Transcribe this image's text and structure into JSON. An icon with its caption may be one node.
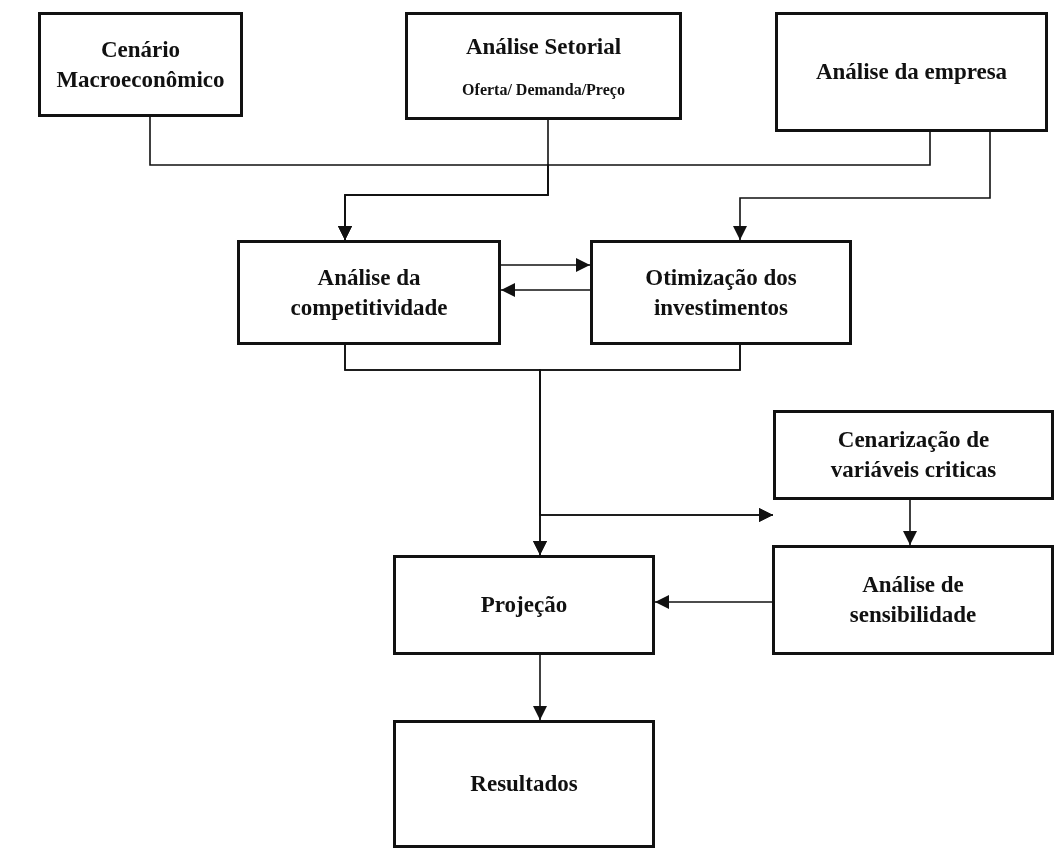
{
  "diagram": {
    "nodes": [
      {
        "text": [
          "Cenário Macroeconômico"
        ]
      },
      {
        "text": [
          "Análise Setorial",
          "Oferta/ Demanda/Preço"
        ]
      },
      {
        "text": [
          "Análise da empresa"
        ]
      },
      {
        "text": [
          "Análise da competitividade"
        ]
      },
      {
        "text": [
          "Otimização dos investimentos"
        ]
      },
      {
        "text": [
          "Cenarização de variáveis criticas"
        ]
      },
      {
        "text": [
          "Projeção"
        ]
      },
      {
        "text": [
          "Análise de sensibilidade"
        ]
      },
      {
        "text": [
          "Resultados"
        ]
      }
    ],
    "edges": [
      {
        "from": 0,
        "to": 3,
        "arrow": "to"
      },
      {
        "from": 1,
        "to": 3,
        "arrow": "to"
      },
      {
        "from": 2,
        "to": 3,
        "arrow": "to"
      },
      {
        "from": 2,
        "to": 4,
        "arrow": "to"
      },
      {
        "from": 3,
        "to": 4,
        "arrow": "to"
      },
      {
        "from": 4,
        "to": 3,
        "arrow": "to"
      },
      {
        "from": 3,
        "to": 6,
        "arrow": "to"
      },
      {
        "from": 4,
        "to": 6,
        "arrow": "to"
      },
      {
        "from": 3,
        "to": 5,
        "arrow": "to"
      },
      {
        "from": 4,
        "to": 5,
        "arrow": "to"
      },
      {
        "from": 5,
        "to": 7,
        "arrow": "to"
      },
      {
        "from": 7,
        "to": 6,
        "arrow": "to"
      },
      {
        "from": 6,
        "to": 8,
        "arrow": "to"
      }
    ]
  }
}
